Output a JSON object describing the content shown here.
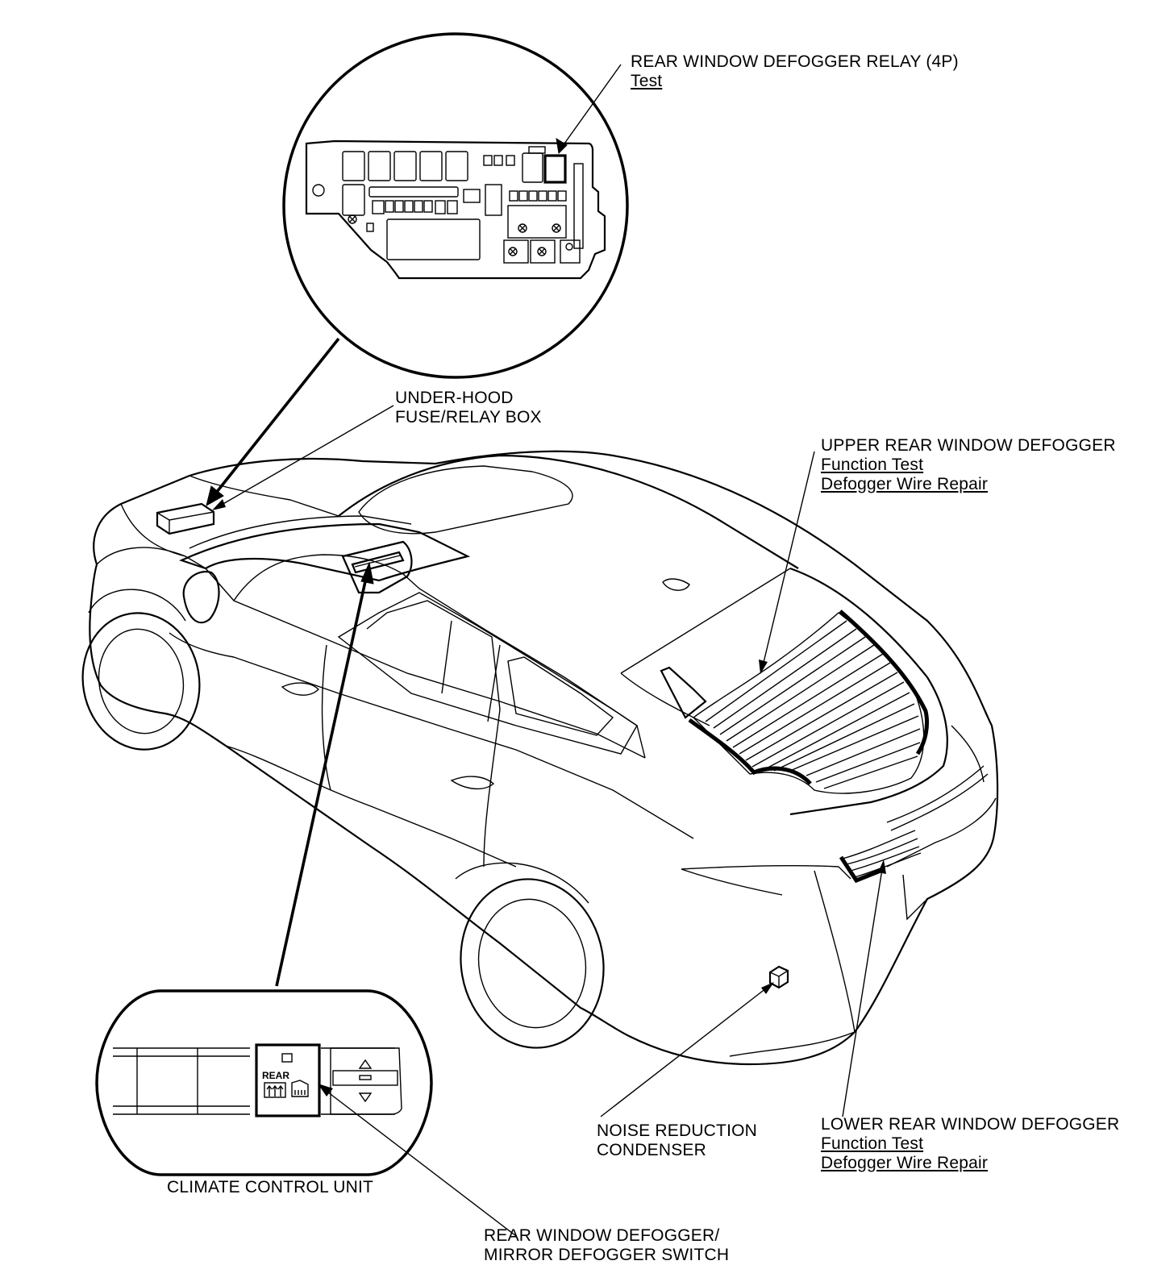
{
  "callouts": {
    "relay": {
      "title": "REAR WINDOW DEFOGGER RELAY (4P)",
      "links": [
        "Test"
      ]
    },
    "fusebox": {
      "title_line1": "UNDER-HOOD",
      "title_line2": "FUSE/RELAY BOX"
    },
    "upper_defogger": {
      "title": "UPPER REAR WINDOW DEFOGGER",
      "links": [
        "Function Test",
        "Defogger Wire Repair"
      ]
    },
    "lower_defogger": {
      "title": "LOWER REAR WINDOW DEFOGGER",
      "links": [
        "Function Test",
        "Defogger Wire Repair"
      ]
    },
    "condenser": {
      "title_line1": "NOISE REDUCTION",
      "title_line2": "CONDENSER"
    },
    "climate_unit": {
      "title": "CLIMATE CONTROL UNIT"
    },
    "switch": {
      "title_line1": "REAR WINDOW DEFOGGER/",
      "title_line2": "MIRROR DEFOGGER SWITCH"
    }
  },
  "switch_panel": {
    "button_text": "REAR"
  },
  "icons": [
    "rear-defogger-icon",
    "mirror-defogger-icon",
    "up-triangle-icon",
    "down-triangle-icon",
    "screw-icon"
  ]
}
